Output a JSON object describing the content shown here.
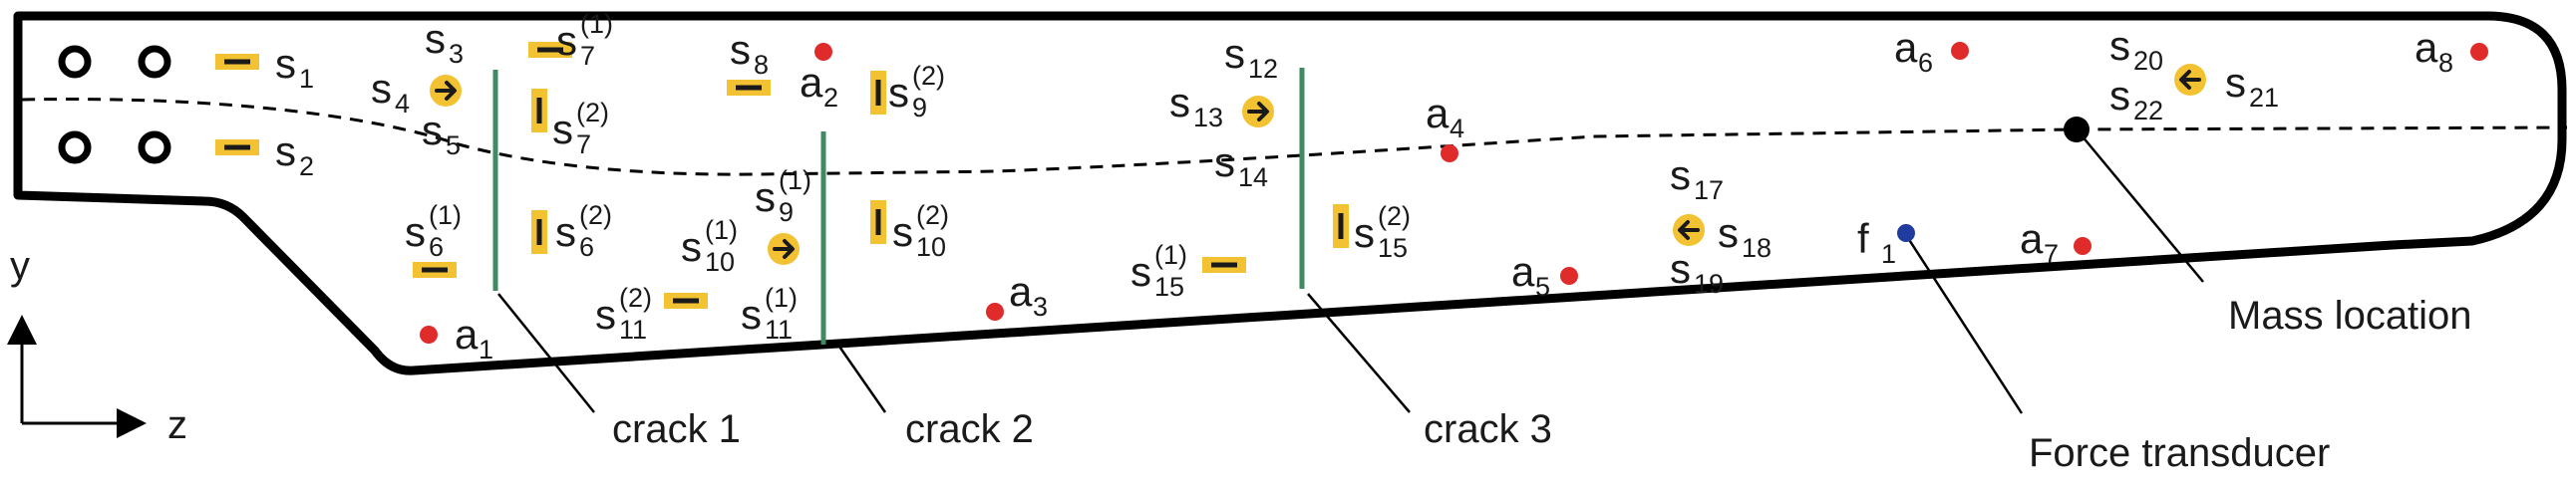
{
  "colors": {
    "outline": "#000000",
    "gauge_fill": "#F2C232",
    "gauge_core": "#1a1a1a",
    "accelerometer": "#E02B2B",
    "force": "#1F3C9E",
    "crack": "#3F8A61",
    "mass": "#000000"
  },
  "icons": {
    "bolt": "bolt-hole-icon",
    "gauge": "strain-gauge-icon",
    "rosette": "rosette-arrow-icon",
    "accelerometer": "accelerometer-dot-icon",
    "force": "force-transducer-dot-icon",
    "mass": "mass-dot-icon"
  },
  "sensors": {
    "s1": {
      "b": "s",
      "sub": "1"
    },
    "s2": {
      "b": "s",
      "sub": "2"
    },
    "s3": {
      "b": "s",
      "sub": "3"
    },
    "s4": {
      "b": "s",
      "sub": "4"
    },
    "s5": {
      "b": "s",
      "sub": "5"
    },
    "s6_1": {
      "b": "s",
      "sub": "6",
      "sup": "(1)"
    },
    "s6_2": {
      "b": "s",
      "sub": "6",
      "sup": "(2)"
    },
    "s7_1": {
      "b": "s",
      "sub": "7",
      "sup": "(1)"
    },
    "s7_2": {
      "b": "s",
      "sub": "7",
      "sup": "(2)"
    },
    "s8": {
      "b": "s",
      "sub": "8"
    },
    "s9_1": {
      "b": "s",
      "sub": "9",
      "sup": "(1)"
    },
    "s9_2": {
      "b": "s",
      "sub": "9",
      "sup": "(2)"
    },
    "s10_1": {
      "b": "s",
      "sub": "10",
      "sup": "(1)"
    },
    "s10_2": {
      "b": "s",
      "sub": "10",
      "sup": "(2)"
    },
    "s11_1": {
      "b": "s",
      "sub": "11",
      "sup": "(1)"
    },
    "s11_2": {
      "b": "s",
      "sub": "11",
      "sup": "(2)"
    },
    "s12": {
      "b": "s",
      "sub": "12"
    },
    "s13": {
      "b": "s",
      "sub": "13"
    },
    "s14": {
      "b": "s",
      "sub": "14"
    },
    "s15_1": {
      "b": "s",
      "sub": "15",
      "sup": "(1)"
    },
    "s15_2": {
      "b": "s",
      "sub": "15",
      "sup": "(2)"
    },
    "s17": {
      "b": "s",
      "sub": "17"
    },
    "s18": {
      "b": "s",
      "sub": "18"
    },
    "s19": {
      "b": "s",
      "sub": "19"
    },
    "s20": {
      "b": "s",
      "sub": "20"
    },
    "s21": {
      "b": "s",
      "sub": "21"
    },
    "s22": {
      "b": "s",
      "sub": "22"
    }
  },
  "accelerometers": {
    "a1": {
      "b": "a",
      "sub": "1"
    },
    "a2": {
      "b": "a",
      "sub": "2"
    },
    "a3": {
      "b": "a",
      "sub": "3"
    },
    "a4": {
      "b": "a",
      "sub": "4"
    },
    "a5": {
      "b": "a",
      "sub": "5"
    },
    "a6": {
      "b": "a",
      "sub": "6"
    },
    "a7": {
      "b": "a",
      "sub": "7"
    },
    "a8": {
      "b": "a",
      "sub": "8"
    }
  },
  "force": {
    "f1": {
      "b": "f",
      "sub": "1"
    }
  },
  "cracks": [
    "crack 1",
    "crack 2",
    "crack 3"
  ],
  "callouts": {
    "mass": "Mass location",
    "force": "Force transducer"
  },
  "axes": {
    "y": "y",
    "z": "z"
  }
}
